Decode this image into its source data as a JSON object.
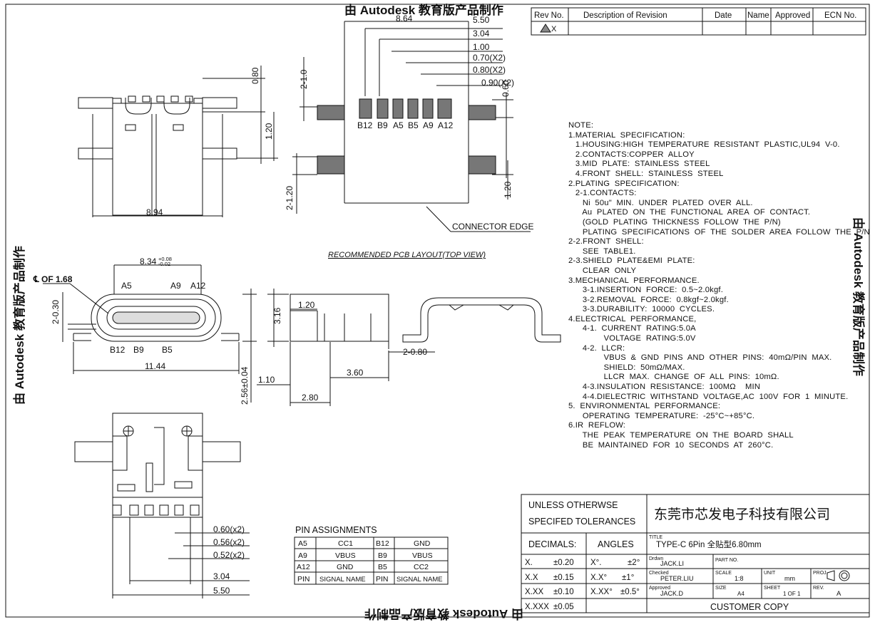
{
  "watermark": "由 Autodesk 教育版产品制作",
  "revision_table": {
    "headers": [
      "Rev No.",
      "Description  of  Revision",
      "Date",
      "Name",
      "Approved",
      "ECN  No."
    ],
    "row": [
      "X",
      "",
      "",
      "",
      "",
      ""
    ]
  },
  "top_view_dims": {
    "width": "8.94",
    "height1": "0.80",
    "height2": "1.20"
  },
  "pcb_layout": {
    "title": "RECOMMENDED  PCB  LAYOUT(TOP  VIEW)",
    "dims": [
      "8.64",
      "5.50",
      "3.04",
      "1.00",
      "0.70(X2)",
      "0.80(X2)",
      "0.90(X2)",
      "2-1.0",
      "2-1.20",
      "1.20",
      "0.60"
    ],
    "pins": [
      "B12",
      "B9",
      "A5",
      "B5",
      "A9",
      "A12"
    ],
    "connector_edge": "CONNECTOR  EDGE"
  },
  "front_view": {
    "width": "8.34",
    "tol_upper": "+0.08",
    "tol_lower": "-0.02",
    "chamfer": "℄ OF 1.68",
    "slot": "2-0.30",
    "overall": "11.44",
    "height": "2.56±0.04",
    "top_pins": [
      "A5",
      "A9",
      "A12"
    ],
    "bottom_pins": [
      "B12",
      "B9",
      "B5"
    ]
  },
  "side_view": {
    "dims": [
      "3.16",
      "1.20",
      "1.10",
      "2.80",
      "3.60",
      "2-0.80"
    ]
  },
  "bottom_view": {
    "dims": [
      "0.60(x2)",
      "0.56(x2)",
      "0.52(x2)",
      "3.04",
      "5.50"
    ]
  },
  "pin_assignments": {
    "title": "PIN  ASSIGNMENTS",
    "rows": [
      [
        "A5",
        "CC1",
        "B12",
        "GND"
      ],
      [
        "A9",
        "VBUS",
        "B9",
        "VBUS"
      ],
      [
        "A12",
        "GND",
        "B5",
        "CC2"
      ],
      [
        "PIN",
        "SIGNAL NAME",
        "PIN",
        "SIGNAL NAME"
      ]
    ]
  },
  "notes": [
    "NOTE:",
    "1.MATERIAL  SPECIFICATION:",
    "   1.HOUSING:HIGH  TEMPERATURE  RESISTANT  PLASTIC,UL94  V-0.",
    "   2.CONTACTS:COPPER  ALLOY",
    "   3.MID  PLATE:  STAINLESS  STEEL",
    "   4.FRONT  SHELL:  STAINLESS  STEEL",
    "2.PLATING  SPECIFICATION:",
    "   2-1.CONTACTS:",
    "      Ni  50u\"  MIN.  UNDER  PLATED  OVER  ALL.",
    "      Au  PLATED  ON  THE  FUNCTIONAL  AREA  OF  CONTACT.",
    "      (GOLD  PLATING  THICKNESS  FOLLOW  THE  P/N)",
    "      PLATING  SPECIFICATIONS  OF  THE  SOLDER  AREA  FOLLOW  THE  P/N",
    "2-2.FRONT  SHELL:",
    "      SEE  TABLE1.",
    "2-3.SHIELD  PLATE&EMI  PLATE:",
    "      CLEAR  ONLY",
    "3.MECHANICAL  PERFORMANCE.",
    "      3-1.INSERTION  FORCE:  0.5~2.0kgf.",
    "      3-2.REMOVAL  FORCE:  0.8kgf~2.0kgf.",
    "      3-3.DURABILITY:  10000  CYCLES.",
    "4.ELECTRICAL  PERFORMANCE,",
    "      4-1.  CURRENT  RATING:5.0A",
    "               VOLTAGE  RATING:5.0V",
    "      4-2.  LLCR:",
    "               VBUS  &  GND  PINS  AND  OTHER  PINS:  40mΩ/PIN  MAX.",
    "               SHIELD:  50mΩ/MAX.",
    "               LLCR  MAX.  CHANGE  OF  ALL  PINS:  10mΩ.",
    "      4-3.INSULATION  RESISTANCE:  100MΩ    MIN",
    "      4-4.DIELECTRIC  WITHSTAND  VOLTAGE,AC  100V  FOR  1  MINUTE.",
    "5.  ENVIRONMENTAL  PERFORMANCE:",
    "      OPERATING  TEMPERATURE:  -25°C~+85°C.",
    "6.IR  REFLOW:",
    "      THE  PEAK  TEMPERATURE  ON  THE  BOARD  SHALL",
    "      BE  MAINTAINED  FOR  10  SECONDS  AT  260°C."
  ],
  "title_block": {
    "tolerance_title_1": "UNLESS  OTHERWSE",
    "tolerance_title_2": "SPECIFED  TOLERANCES",
    "decimals": "DECIMALS:",
    "angles": "ANGLES",
    "tol_rows": [
      [
        "X.",
        "±0.20",
        "X°.",
        "±2°"
      ],
      [
        "X.X",
        "±0.15",
        "X.X°",
        "±1°"
      ],
      [
        "X.XX",
        "±0.10",
        "X.XX°",
        "±0.5°"
      ],
      [
        "X.XXX",
        "±0.05",
        "",
        ""
      ]
    ],
    "company": "东莞市芯发电子科技有限公司",
    "title_label": "TITLE",
    "title": "TYPE-C  6Pin  全贴型6.80mm",
    "drawn_label": "Drdwn",
    "drawn": "JACK.LI",
    "part_label": "PART NO.",
    "checked_label": "Checked",
    "checked": "PETER.LIU",
    "scale_label": "SCALE",
    "scale": "1:8",
    "unit_label": "UNIT",
    "unit": "mm",
    "proj_label": "PROJ.",
    "approved_label": "Approved",
    "approved": "JACK.D",
    "size_label": "SIZE",
    "size": "A4",
    "sheet_label": "SHEET",
    "sheet": "1  OF  1",
    "rev_label": "REV.",
    "rev": "A",
    "customer_copy": "CUSTOMER  COPY"
  }
}
